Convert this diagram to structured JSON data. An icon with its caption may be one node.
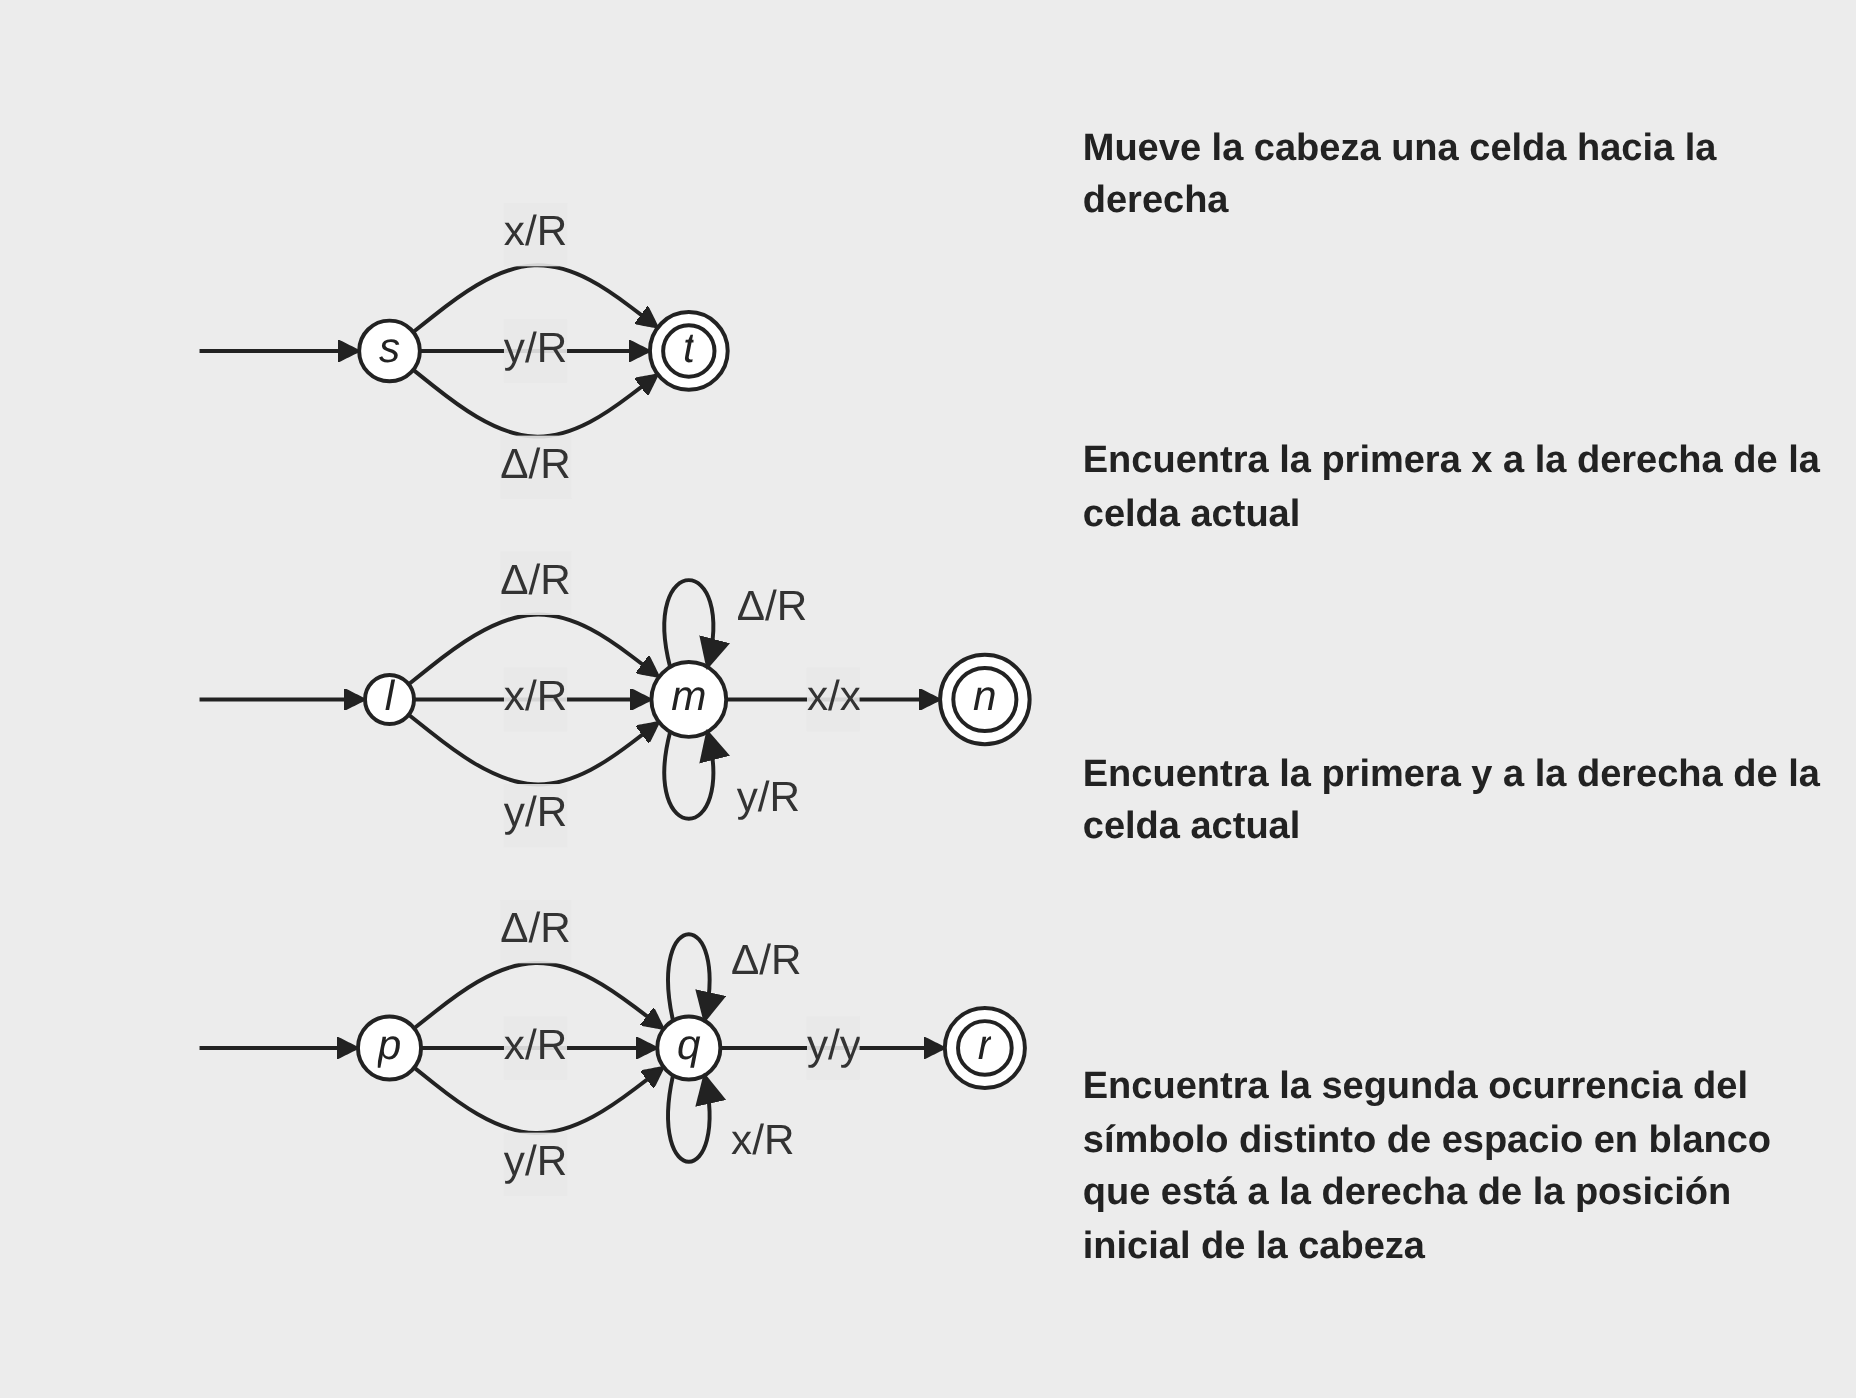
{
  "diagram": {
    "nodes": [
      {
        "text": [
          "s"
        ]
      },
      {
        "text": [
          "t"
        ]
      },
      {
        "text": [
          "l"
        ]
      },
      {
        "text": [
          "m"
        ]
      },
      {
        "text": [
          "n"
        ]
      },
      {
        "text": [
          "p"
        ]
      },
      {
        "text": [
          "q"
        ]
      },
      {
        "text": [
          "r"
        ]
      }
    ],
    "edges": [
      {
        "from": null,
        "to": 0,
        "arrow": "to"
      },
      {
        "from": 0,
        "to": 1,
        "arrow": "to",
        "label": "x/R"
      },
      {
        "from": 0,
        "to": 1,
        "arrow": "to",
        "label": "y/R"
      },
      {
        "from": 0,
        "to": 1,
        "arrow": "to",
        "label": "Δ/R"
      },
      {
        "from": null,
        "to": 2,
        "arrow": "to"
      },
      {
        "from": 2,
        "to": 3,
        "arrow": "to",
        "label": "Δ/R"
      },
      {
        "from": 2,
        "to": 3,
        "arrow": "to",
        "label": "x/R"
      },
      {
        "from": 2,
        "to": 3,
        "arrow": "to",
        "label": "y/R"
      },
      {
        "from": 3,
        "to": 3,
        "arrow": "to",
        "label": "Δ/R"
      },
      {
        "from": 3,
        "to": 3,
        "arrow": "to",
        "label": "y/R"
      },
      {
        "from": 3,
        "to": 4,
        "arrow": "to",
        "label": "x/x"
      },
      {
        "from": null,
        "to": 5,
        "arrow": "to"
      },
      {
        "from": 5,
        "to": 6,
        "arrow": "to",
        "label": "Δ/R"
      },
      {
        "from": 5,
        "to": 6,
        "arrow": "to",
        "label": "x/R"
      },
      {
        "from": 5,
        "to": 6,
        "arrow": "to",
        "label": "y/R"
      },
      {
        "from": 6,
        "to": 6,
        "arrow": "to",
        "label": "Δ/R"
      },
      {
        "from": 6,
        "to": 6,
        "arrow": "to",
        "label": "x/R"
      },
      {
        "from": 6,
        "to": 7,
        "arrow": "to",
        "label": "y/y"
      }
    ],
    "labels": [
      "Mueve la cabeza una celda hacia la derecha",
      "Encuentra la primera x a la derecha de la celda actual",
      "Encuentra la primera y a la derecha de la celda actual",
      "Encuentra la segunda ocurrencia del símbolo distinto de espacio en blanco que está a la derecha de la posición inicial de la cabeza"
    ]
  }
}
